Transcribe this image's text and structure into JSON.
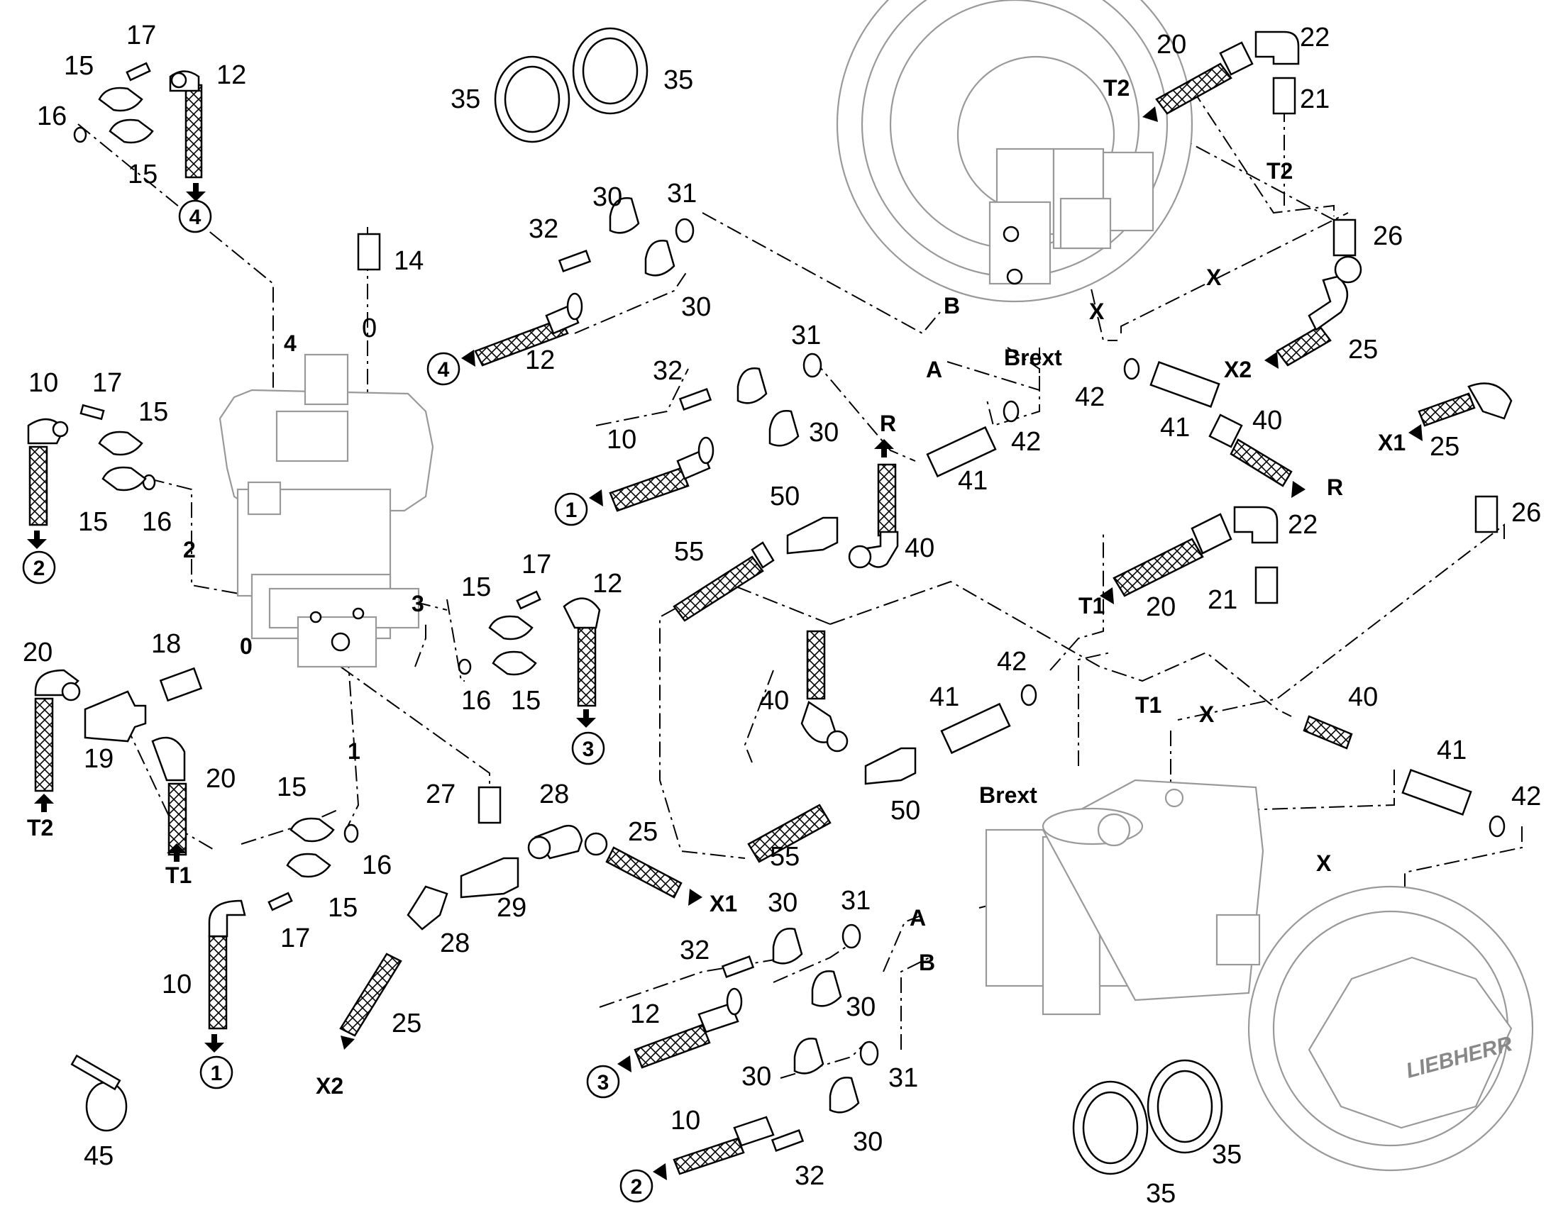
{
  "labels": {
    "n0": "0",
    "n1": "1",
    "n2": "2",
    "n3": "3",
    "n4": "4",
    "n10": "10",
    "n12": "12",
    "n14": "14",
    "n15": "15",
    "n16": "16",
    "n17": "17",
    "n18": "18",
    "n19": "19",
    "n20": "20",
    "n21": "21",
    "n22": "22",
    "n25": "25",
    "n26": "26",
    "n27": "27",
    "n28": "28",
    "n29": "29",
    "n30": "30",
    "n31": "31",
    "n32": "32",
    "n35": "35",
    "n40": "40",
    "n41": "41",
    "n42": "42",
    "n45": "45",
    "n50": "50",
    "n55": "55"
  },
  "ports": {
    "A": "A",
    "B": "B",
    "R": "R",
    "X": "X",
    "X1": "X1",
    "X2": "X2",
    "T1": "T1",
    "T2": "T2",
    "Brext": "Brext"
  },
  "brand": "LIEBHERR",
  "colors": {
    "line": "#000000",
    "housing": "#999999",
    "background": "#ffffff"
  }
}
